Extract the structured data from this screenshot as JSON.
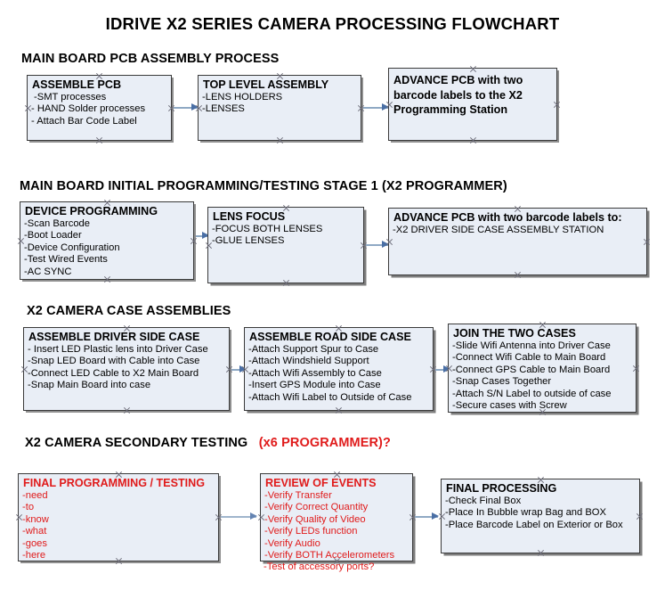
{
  "document": {
    "title": "IDRIVE X2  SERIES CAMERA PROCESSING FLOWCHART"
  },
  "colors": {
    "node_fill": "#e9eef6",
    "node_border": "#3a3a3a",
    "accent_red": "#e01b1b",
    "connector_line": "#8fa9c4",
    "connector_head": "#4a6fa5",
    "text": "#000000"
  },
  "sections": [
    {
      "id": "main-board-pcb-assembly",
      "heading": "MAIN BOARD PCB ASSEMBLY PROCESS",
      "heading_accent": "",
      "nodes": [
        {
          "id": "assemble-pcb",
          "title": "ASSEMBLE PCB",
          "lines": [
            "-SMT processes",
            "- HAND Solder processes",
            "- Attach Bar Code Label"
          ]
        },
        {
          "id": "top-level-assembly",
          "title": "TOP LEVEL ASSEMBLY",
          "lines": [
            "-LENS HOLDERS",
            "-LENSES"
          ]
        },
        {
          "id": "advance-pcb-to-programming-station",
          "title": "ADVANCE PCB with two barcode labels to the  X2 Programming Station",
          "lines": []
        }
      ]
    },
    {
      "id": "main-board-initial-programming",
      "heading": "MAIN BOARD INITIAL PROGRAMMING/TESTING STAGE 1 (X2 PROGRAMMER)",
      "heading_accent": "",
      "nodes": [
        {
          "id": "device-programming",
          "title": "DEVICE PROGRAMMING",
          "lines": [
            "-Scan Barcode",
            "-Boot Loader",
            "-Device Configuration",
            "-Test Wired Events",
            "-AC SYNC"
          ]
        },
        {
          "id": "lens-focus",
          "title": "LENS FOCUS",
          "lines": [
            "-FOCUS BOTH LENSES",
            "-GLUE LENSES"
          ]
        },
        {
          "id": "advance-pcb-to-driver-side-case",
          "title": "ADVANCE PCB with two barcode labels to:",
          "lines": [
            "-X2 DRIVER  SIDE  CASE  ASSEMBLY STATION"
          ]
        }
      ]
    },
    {
      "id": "x2-camera-case-assemblies",
      "heading": "X2 CAMERA CASE ASSEMBLIES",
      "heading_accent": "",
      "nodes": [
        {
          "id": "assemble-driver-side-case",
          "title": "ASSEMBLE DRIVER SIDE CASE",
          "lines": [
            "- Insert LED Plastic lens into Driver Case",
            "-Snap LED Board with Cable into Case",
            "-Connect LED Cable to X2 Main Board",
            "-Snap Main Board into case"
          ]
        },
        {
          "id": "assemble-road-side-case",
          "title": "ASSEMBLE ROAD SIDE CASE",
          "lines": [
            "-Attach Support Spur to Case",
            "-Attach Windshield Support",
            "-Attach Wifi Assembly to Case",
            "-Insert GPS Module into Case",
            "-Attach Wifi Label to Outside of Case"
          ]
        },
        {
          "id": "join-the-two-cases",
          "title": "JOIN THE TWO CASES",
          "lines": [
            "-Slide Wifi Antenna into Driver Case",
            "-Connect Wifi Cable to Main Board",
            "-Connect GPS Cable to Main Board",
            "-Snap Cases Together",
            "-Attach S/N Label to outside of case",
            "-Secure cases with Screw"
          ]
        }
      ]
    },
    {
      "id": "x2-camera-secondary-testing",
      "heading": "X2 CAMERA SECONDARY TESTING",
      "heading_accent": "(x6 PROGRAMMER)?",
      "nodes": [
        {
          "id": "final-programming-testing",
          "title": "FINAL PROGRAMMING / TESTING",
          "lines": [
            "-need",
            "-to",
            "-know",
            "-what",
            "-goes",
            "-here"
          ]
        },
        {
          "id": "review-of-events",
          "title": "REVIEW OF EVENTS",
          "lines": [
            "-Verify Transfer",
            "-Verify Correct Quantity",
            "-Verify Quality of Video",
            "-Verify LEDs function",
            "-Verify Audio",
            "-Verify BOTH Accelerometers"
          ],
          "overflow_line": "-Test of accessory ports?"
        },
        {
          "id": "final-processing",
          "title": "FINAL PROCESSING",
          "lines": [
            " -Check Final Box",
            "-Place In Bubble wrap Bag and BOX",
            "-Place Barcode Label on Exterior or Box"
          ]
        }
      ]
    }
  ]
}
